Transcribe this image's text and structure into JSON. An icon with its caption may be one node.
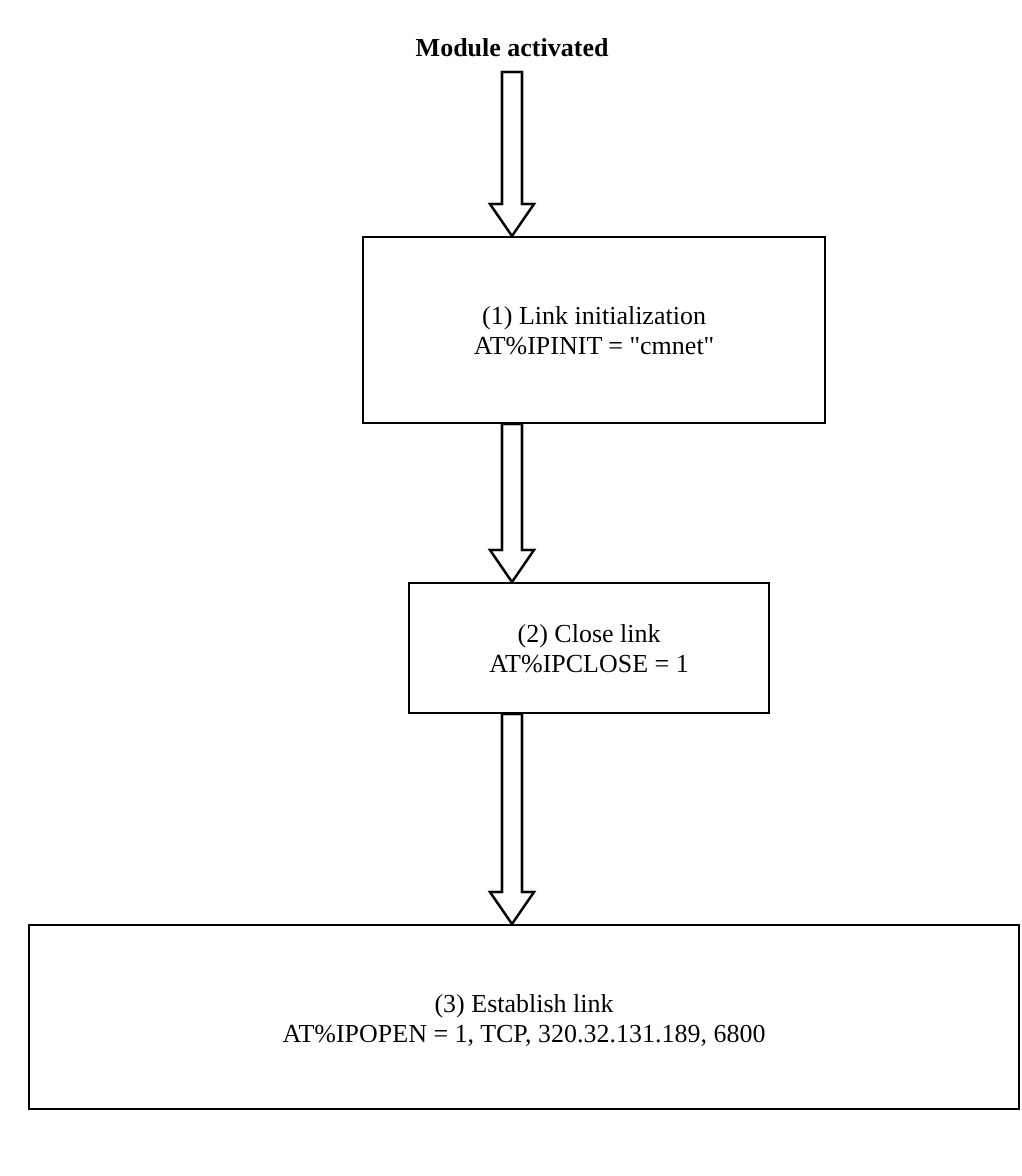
{
  "diagram": {
    "nodes": [
      {
        "text": [
          "Module activated"
        ]
      },
      {
        "text": [
          "(1) Link initialization",
          "AT%IPINIT = \"cmnet\""
        ]
      },
      {
        "text": [
          "(2) Close link",
          "AT%IPCLOSE = 1"
        ]
      },
      {
        "text": [
          "(3) Establish link",
          "AT%IPOPEN = 1, TCP, 320.32.131.189, 6800"
        ]
      }
    ],
    "edges": [
      {
        "from": 0,
        "to": 1,
        "arrow": "to"
      },
      {
        "from": 1,
        "to": 2,
        "arrow": "to"
      },
      {
        "from": 2,
        "to": 3,
        "arrow": "to"
      }
    ]
  }
}
